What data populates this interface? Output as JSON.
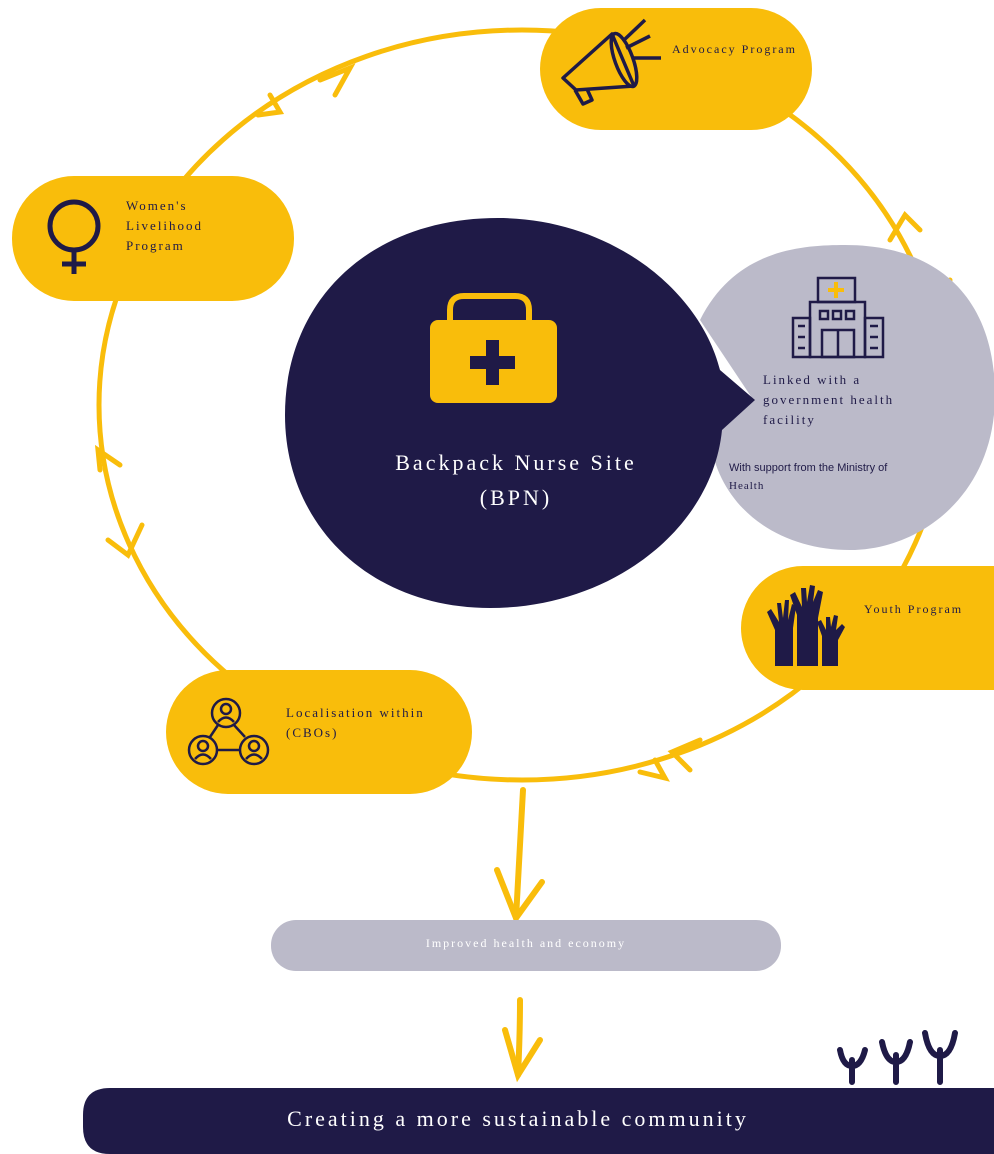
{
  "colors": {
    "accent": "#f9bd0b",
    "navy": "#1f1a47",
    "grey": "#bbbac9",
    "white": "#ffffff"
  },
  "center": {
    "line1": "Backpack Nurse Site",
    "line2": "(BPN)",
    "icon": "first-aid-kit-icon"
  },
  "health_facility": {
    "line1": "Linked with a",
    "line2": "government health",
    "line3": "facility",
    "support_line1": "With support from the Ministry of",
    "support_line2": "Health",
    "icon": "hospital-building-icon"
  },
  "programs": {
    "advocacy": {
      "label": "Advocacy Program",
      "icon": "megaphone-icon"
    },
    "women": {
      "line1": "Women's",
      "line2": "Livelihood",
      "line3": "Program",
      "icon": "female-symbol-icon"
    },
    "youth": {
      "label": "Youth Program",
      "icon": "raised-hands-icon"
    },
    "localisation": {
      "line1": "Localisation within",
      "line2": "(CBOs)",
      "icon": "network-people-icon"
    }
  },
  "outcome": {
    "label": "Improved health and economy"
  },
  "goal": {
    "label": "Creating a more sustainable community",
    "icon": "sprouts-icon"
  }
}
